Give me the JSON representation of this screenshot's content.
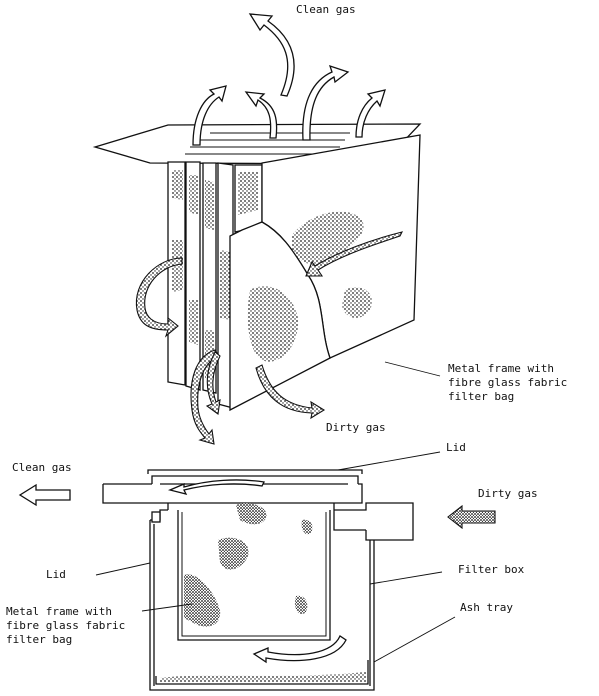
{
  "top_view": {
    "clean_gas_label": "Clean gas",
    "dirty_gas_label": "Dirty gas",
    "frame_label_lines": [
      "Metal frame with",
      "fibre glass fabric",
      "filter bag"
    ]
  },
  "section_view": {
    "clean_gas_label": "Clean gas",
    "dirty_gas_label": "Dirty gas",
    "lid_top_label": "Lid",
    "lid_side_label": "Lid",
    "filter_box_label": "Filter box",
    "ash_tray_label": "Ash tray",
    "frame_label_lines": [
      "Metal frame with",
      "fibre glass fabric",
      "filter bag"
    ]
  },
  "colors": {
    "ink": "#111111",
    "paper": "#ffffff",
    "dust_fill": "#333333"
  }
}
